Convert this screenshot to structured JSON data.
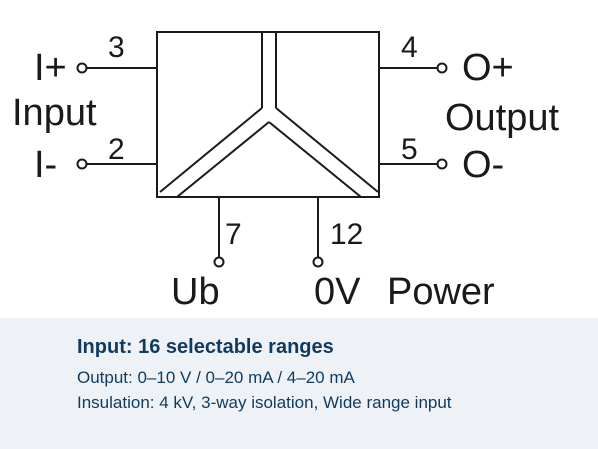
{
  "diagram": {
    "input": {
      "label": "Input",
      "plus": "I+",
      "minus": "I-",
      "pin_plus": "3",
      "pin_minus": "2"
    },
    "output": {
      "label": "Output",
      "plus": "O+",
      "minus": "O-",
      "pin_plus": "4",
      "pin_minus": "5"
    },
    "supply": {
      "ub_label": "Ub",
      "ub_pin": "7",
      "zero_label": "0V",
      "zero_pin": "12",
      "power_label": "Power"
    },
    "colors": {
      "line": "#1a1a1a",
      "text": "#1a1a1a"
    }
  },
  "info": {
    "title": "Input: 16 selectable ranges",
    "lines": [
      "Output: 0–10 V / 0–20 mA / 4–20 mA",
      "Insulation: 4 kV, 3-way isolation, Wide range input"
    ],
    "colors": {
      "text": "#103a5e",
      "background": "#eef2f7"
    }
  }
}
